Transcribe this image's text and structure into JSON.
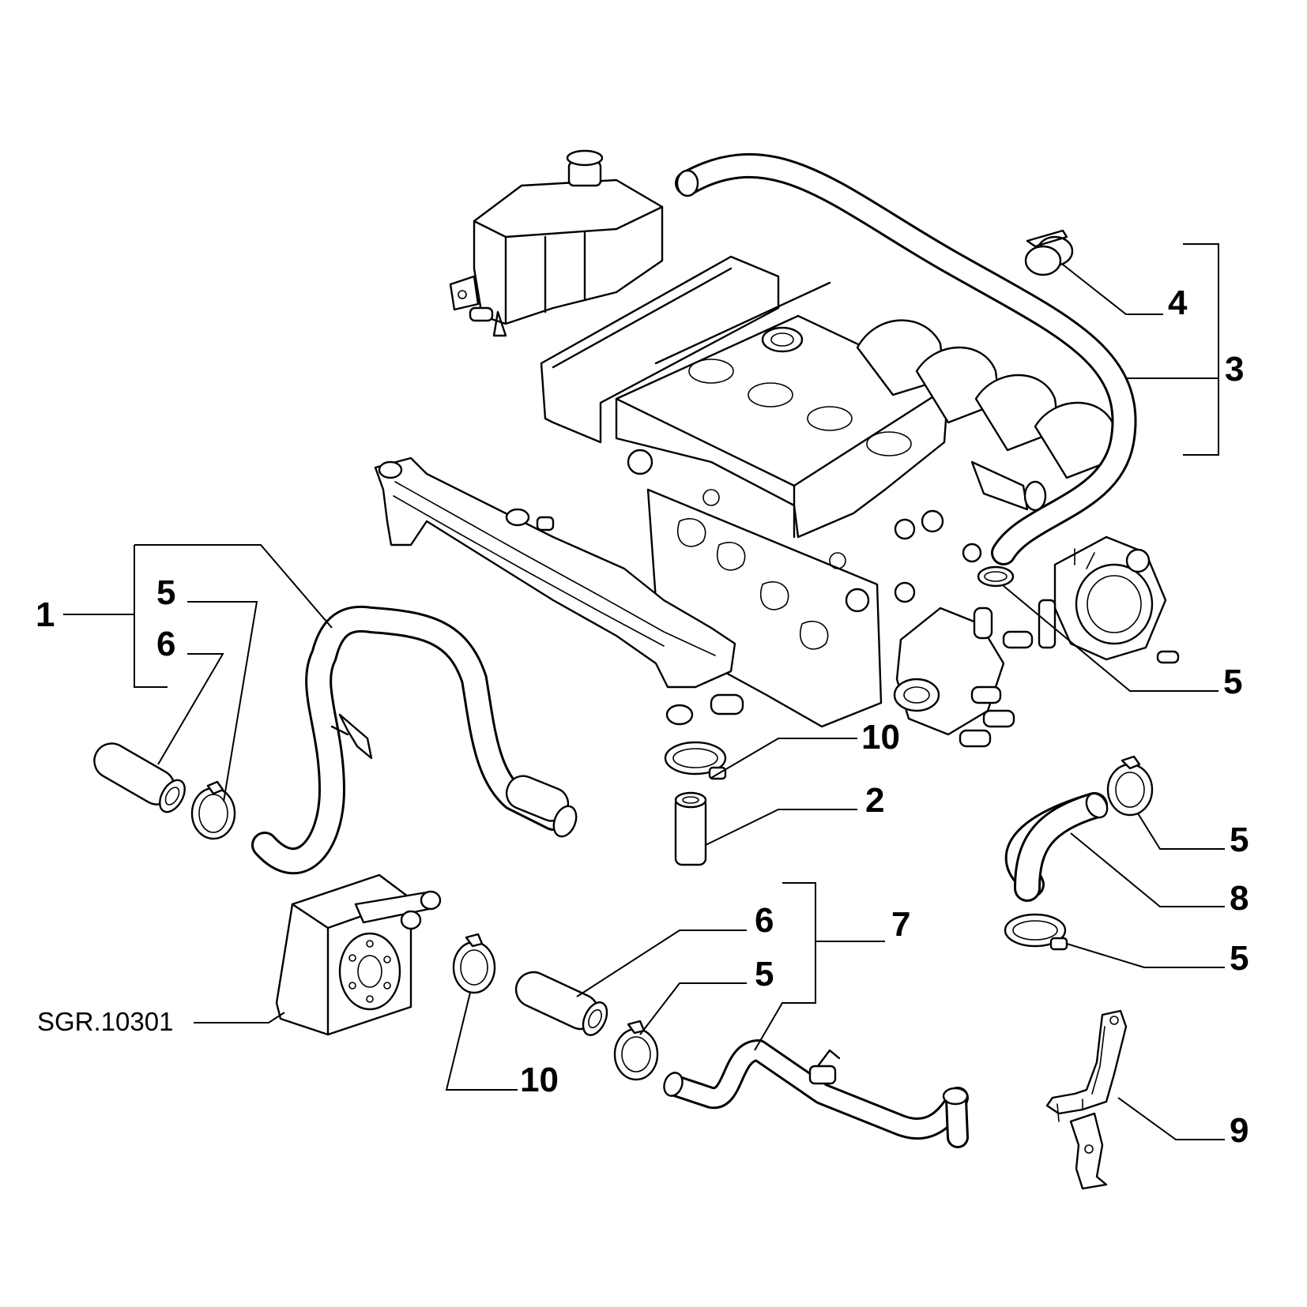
{
  "diagram": {
    "reference_code": "SGR.10301",
    "callouts": {
      "c1": "1",
      "c2": "2",
      "c3": "3",
      "c4": "4",
      "c5a": "5",
      "c5b": "5",
      "c5c": "5",
      "c5d": "5",
      "c5e": "5",
      "c6a": "6",
      "c6b": "6",
      "c7": "7",
      "c8": "8",
      "c9": "9",
      "c10a": "10",
      "c10b": "10"
    }
  }
}
